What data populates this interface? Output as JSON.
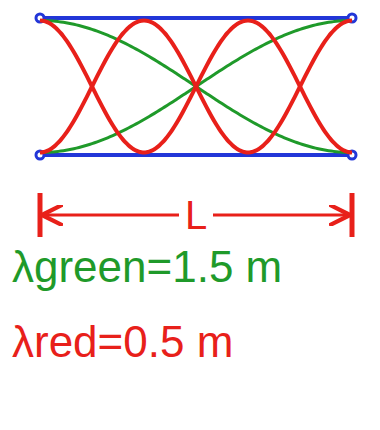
{
  "diagram": {
    "labels": [
      "L",
      "λgreen=1.5 m",
      "λred=0.5 m"
    ]
  }
}
